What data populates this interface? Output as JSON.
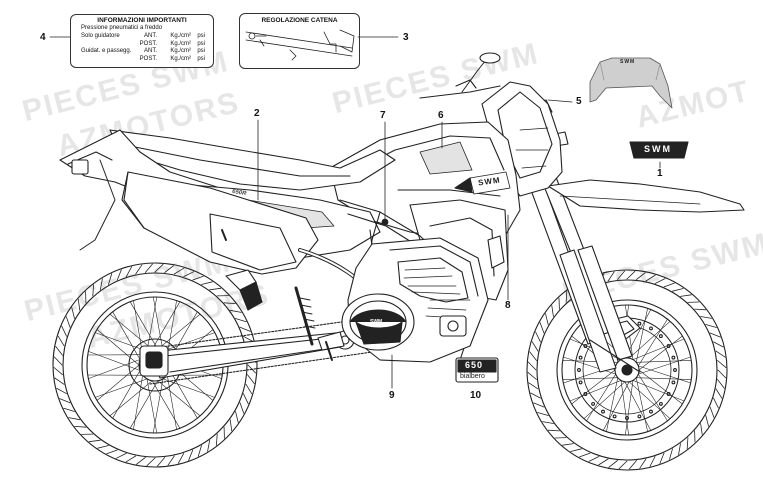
{
  "watermarks": [
    {
      "id": "wm1",
      "text": "PIECES SWM"
    },
    {
      "id": "wm2",
      "text": "AZMOTORS"
    },
    {
      "id": "wm3",
      "text": "PIECES SWM"
    },
    {
      "id": "wm4",
      "text": "AZMOT"
    },
    {
      "id": "wm5",
      "text": "PIECES SWM"
    },
    {
      "id": "wm6",
      "text": "AZMOTORS"
    },
    {
      "id": "wm7",
      "text": "PIECES SWM"
    }
  ],
  "callouts": {
    "c1": "1",
    "c2": "2",
    "c3": "3",
    "c4": "4",
    "c5": "5",
    "c6": "6",
    "c7": "7",
    "c8": "8",
    "c9": "9",
    "c10": "10"
  },
  "tyre_card": {
    "title": "INFORMAZIONI IMPORTANTI",
    "subtitle": "Pressione pneumatici a freddo",
    "rider_label": "Solo guidatore",
    "rider_passenger_label": "Guidat. e passegg.",
    "front": "ANT.",
    "rear": "POST.",
    "unit_kg": "Kg./cm²",
    "unit_psi": "psi"
  },
  "chain_card": {
    "title": "REGOLAZIONE CATENA"
  },
  "decals": {
    "swm_badge": "SWM",
    "swm_screen": "SWM",
    "tank": "SWM",
    "side_panel": "650R",
    "clutch_cover": "SWM",
    "badge_650_num": "650",
    "badge_650_sub": "bialbero"
  }
}
